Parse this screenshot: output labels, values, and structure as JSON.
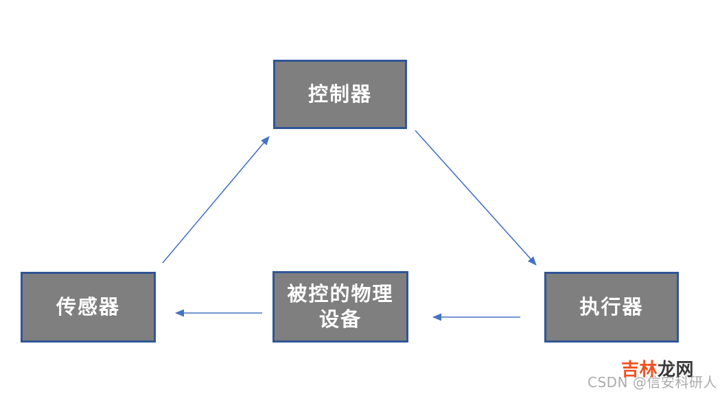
{
  "diagram": {
    "nodes": [
      {
        "id": "controller",
        "label": "控制器",
        "label_lines": [
          "控制器"
        ]
      },
      {
        "id": "sensor",
        "label": "传感器",
        "label_lines": [
          "传感器"
        ]
      },
      {
        "id": "device",
        "label": "被控的物理设备",
        "label_lines": [
          "被控的物理",
          "设备"
        ]
      },
      {
        "id": "actuator",
        "label": "执行器",
        "label_lines": [
          "执行器"
        ]
      }
    ],
    "edges": [
      {
        "from": "sensor",
        "to": "controller"
      },
      {
        "from": "controller",
        "to": "actuator"
      },
      {
        "from": "actuator",
        "to": "device"
      },
      {
        "from": "device",
        "to": "sensor"
      }
    ],
    "colors": {
      "background": "#FFFFFF",
      "node_fill": "#7F7F7F",
      "node_border": "#2F5597",
      "node_text": "#FFFFFF",
      "arrow": "#4472C4"
    }
  },
  "watermark": {
    "site_name": "吉林龙网",
    "site_name_part1": "吉林",
    "site_name_part2": "龙网",
    "credit": "CSDN @信安科研人",
    "colors": {
      "site_name_part1": "#F05122",
      "site_name_part2": "#3A3A3A",
      "credit": "#ABABAB"
    }
  }
}
